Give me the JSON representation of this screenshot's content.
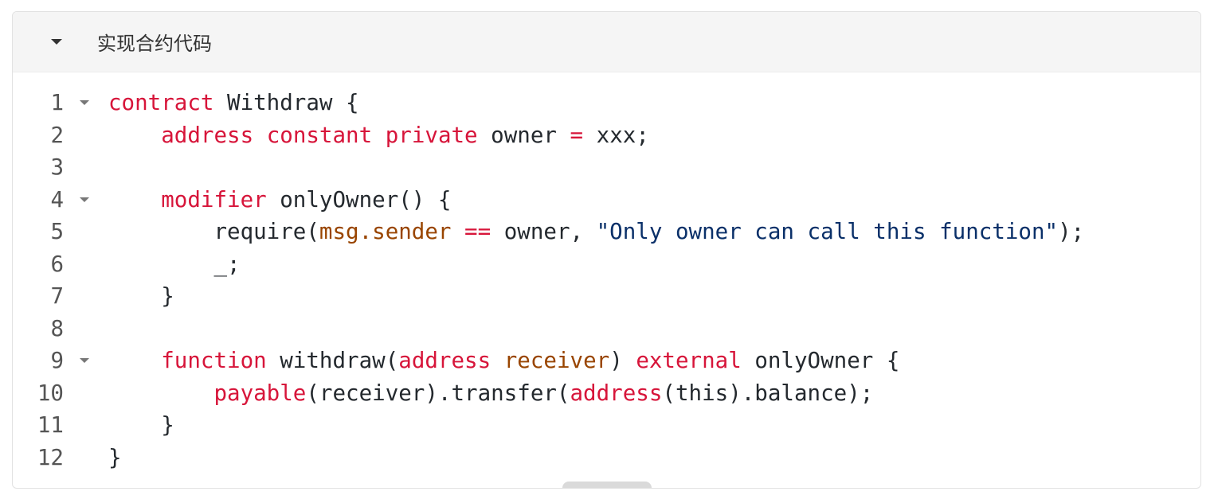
{
  "header": {
    "title": "实现合约代码"
  },
  "colors": {
    "keyword": "#d7153a",
    "variable": "#994500",
    "string": "#0a3069",
    "plain": "#24292e"
  },
  "code": {
    "lines": [
      {
        "n": "1",
        "fold": true,
        "tokens": [
          [
            "kw",
            "contract"
          ],
          [
            "pl",
            " Withdraw {"
          ]
        ]
      },
      {
        "n": "2",
        "fold": false,
        "tokens": [
          [
            "pl",
            "    "
          ],
          [
            "kw",
            "address"
          ],
          [
            "pl",
            " "
          ],
          [
            "kw",
            "constant"
          ],
          [
            "pl",
            " "
          ],
          [
            "kw",
            "private"
          ],
          [
            "pl",
            " owner "
          ],
          [
            "kw",
            "="
          ],
          [
            "pl",
            " xxx;"
          ]
        ]
      },
      {
        "n": "3",
        "fold": false,
        "tokens": []
      },
      {
        "n": "4",
        "fold": true,
        "tokens": [
          [
            "pl",
            "    "
          ],
          [
            "kw",
            "modifier"
          ],
          [
            "pl",
            " onlyOwner() {"
          ]
        ]
      },
      {
        "n": "5",
        "fold": false,
        "tokens": [
          [
            "pl",
            "        require("
          ],
          [
            "var",
            "msg.sender"
          ],
          [
            "pl",
            " "
          ],
          [
            "kw",
            "=="
          ],
          [
            "pl",
            " owner, "
          ],
          [
            "str",
            "\"Only owner can call this function\""
          ],
          [
            "pl",
            ");"
          ]
        ]
      },
      {
        "n": "6",
        "fold": false,
        "tokens": [
          [
            "pl",
            "        _;"
          ]
        ]
      },
      {
        "n": "7",
        "fold": false,
        "tokens": [
          [
            "pl",
            "    }"
          ]
        ]
      },
      {
        "n": "8",
        "fold": false,
        "tokens": []
      },
      {
        "n": "9",
        "fold": true,
        "tokens": [
          [
            "pl",
            "    "
          ],
          [
            "kw",
            "function"
          ],
          [
            "pl",
            " withdraw("
          ],
          [
            "kw",
            "address"
          ],
          [
            "pl",
            " "
          ],
          [
            "var",
            "receiver"
          ],
          [
            "pl",
            ") "
          ],
          [
            "kw",
            "external"
          ],
          [
            "pl",
            " onlyOwner {"
          ]
        ]
      },
      {
        "n": "10",
        "fold": false,
        "tokens": [
          [
            "pl",
            "        "
          ],
          [
            "kw",
            "payable"
          ],
          [
            "pl",
            "(receiver).transfer("
          ],
          [
            "kw",
            "address"
          ],
          [
            "pl",
            "(this).balance);"
          ]
        ]
      },
      {
        "n": "11",
        "fold": false,
        "tokens": [
          [
            "pl",
            "    }"
          ]
        ]
      },
      {
        "n": "12",
        "fold": false,
        "tokens": [
          [
            "pl",
            "}"
          ]
        ]
      }
    ]
  }
}
